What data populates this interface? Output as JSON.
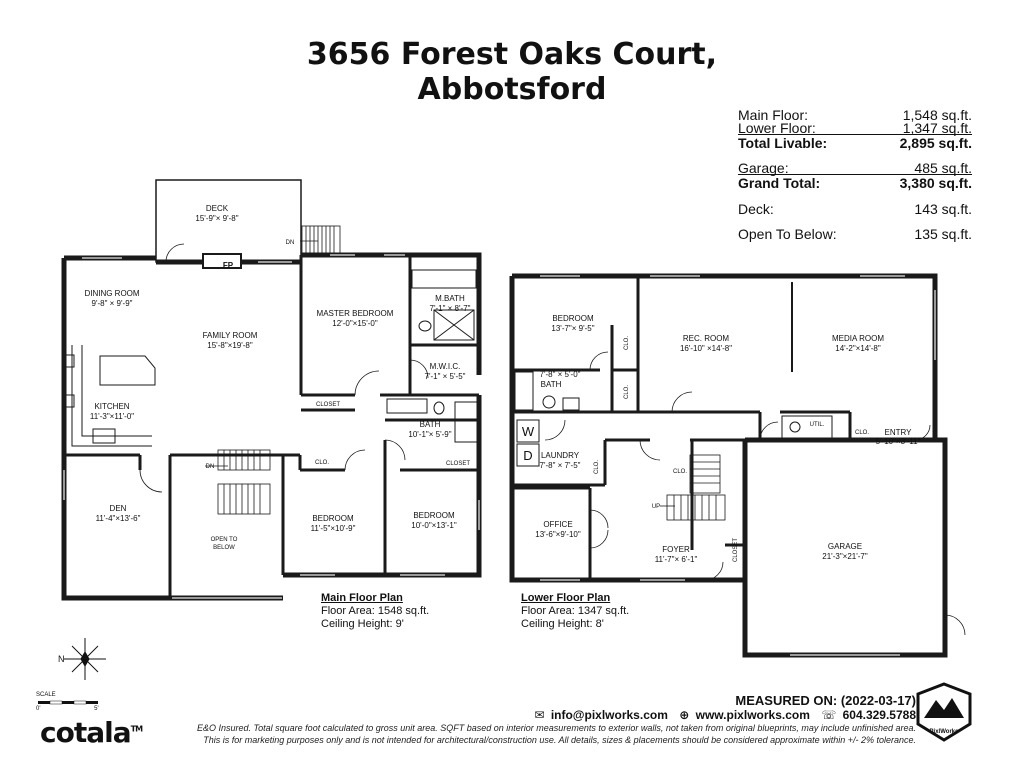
{
  "title": {
    "line1": "3656 Forest Oaks Court,",
    "line2": "Abbotsford"
  },
  "area_summary": [
    {
      "label": "Main Floor:",
      "value": "1,548 sq.ft.",
      "bold": false
    },
    {
      "label": "Lower Floor:",
      "value": "1,347 sq.ft.",
      "bold": false
    },
    {
      "label": "Total Livable:",
      "value": "2,895 sq.ft.",
      "bold": true
    },
    {
      "label": "Garage:",
      "value": "485 sq.ft.",
      "bold": false
    },
    {
      "label": "Grand Total:",
      "value": "3,380 sq.ft.",
      "bold": true
    },
    {
      "label": "Deck:",
      "value": "143 sq.ft.",
      "bold": false
    },
    {
      "label": "Open To Below:",
      "value": "135 sq.ft.",
      "bold": false
    }
  ],
  "main_floor": {
    "heading": "Main Floor Plan",
    "area": "Floor Area: 1548 sq.ft.",
    "ceiling": "Ceiling Height: 9'",
    "rooms": [
      {
        "id": "deck",
        "name": "DECK",
        "dims": "15'-9\"× 9'-8\""
      },
      {
        "id": "dining",
        "name": "DINING ROOM",
        "dims": "9'-8\" × 9'-9\""
      },
      {
        "id": "family",
        "name": "FAMILY ROOM",
        "dims": "15'-8\"×19'-8\""
      },
      {
        "id": "kitchen",
        "name": "KITCHEN",
        "dims": "11'-3\"×11'-0\""
      },
      {
        "id": "master",
        "name": "MASTER BEDROOM",
        "dims": "12'-0\"×15'-0\""
      },
      {
        "id": "mbath",
        "name": "M.BATH",
        "dims": "7'-1\" × 8'-7\""
      },
      {
        "id": "mwic",
        "name": "M.W.I.C.",
        "dims": "7'-1\" × 5'-5\""
      },
      {
        "id": "bath",
        "name": "BATH",
        "dims": "10'-1\"× 5'-9\""
      },
      {
        "id": "den",
        "name": "DEN",
        "dims": "11'-4\"×13'-6\""
      },
      {
        "id": "bed2",
        "name": "BEDROOM",
        "dims": "11'-5\"×10'-9\""
      },
      {
        "id": "bed3",
        "name": "BEDROOM",
        "dims": "10'-0\"×13'-1\""
      }
    ],
    "labels": {
      "fp": "FP",
      "dn1": "DN",
      "dn2": "DN",
      "closet1": "CLOSET",
      "closet2": "CLOSET",
      "clo": "CLO.",
      "open1": "OPEN TO",
      "open2": "BELOW"
    }
  },
  "lower_floor": {
    "heading": "Lower Floor Plan",
    "area": "Floor Area: 1347 sq.ft.",
    "ceiling": "Ceiling Height: 8'",
    "rooms": [
      {
        "id": "bed",
        "name": "BEDROOM",
        "dims": "13'-7\"× 9'-5\""
      },
      {
        "id": "rec",
        "name": "REC. ROOM",
        "dims": "16'-10\" ×14'-8\""
      },
      {
        "id": "media",
        "name": "MEDIA ROOM",
        "dims": "14'-2\"×14'-8\""
      },
      {
        "id": "bath",
        "name": "BATH",
        "dims": "7'-8\" × 5'-0\""
      },
      {
        "id": "laundry",
        "name": "LAUNDRY",
        "dims": "7'-8\" × 7'-5\""
      },
      {
        "id": "entry",
        "name": "ENTRY",
        "dims": "5'-10\"×3'-11\""
      },
      {
        "id": "office",
        "name": "OFFICE",
        "dims": "13'-6\"×9'-10\""
      },
      {
        "id": "foyer",
        "name": "FOYER",
        "dims": "11'-7\"× 6'-1\""
      },
      {
        "id": "garage",
        "name": "GARAGE",
        "dims": "21'-3\"×21'-7\""
      }
    ],
    "labels": {
      "clo": "CLO.",
      "util": "UTIL.",
      "closet": "CLOSET",
      "up": "UP",
      "w": "W",
      "d": "D"
    }
  },
  "compass": {
    "north": "N"
  },
  "scale": {
    "label": "SCALE",
    "zero": "0'",
    "five": "5'"
  },
  "footer": {
    "measured": "MEASURED ON: (2022-03-17)",
    "email": "info@pixlworks.com",
    "web": "www.pixlworks.com",
    "phone": "604.329.5788",
    "disclaimer1": "E&O Insured.  Total square foot calculated to gross unit area.  SQFT based on interior measurements to exterior walls, not taken from original blueprints, may include unfinished area.",
    "disclaimer2": "This is for marketing purposes only and is not intended for architectural/construction use.  All details, sizes & placements should be considered approximate within +/- 2% tolerance.",
    "brand": "cotala",
    "brand_mark": "TM",
    "badge": "PixlWorks"
  },
  "colors": {
    "wall": "#1a1a1a",
    "window": "#9a9a9a",
    "text": "#111111"
  }
}
